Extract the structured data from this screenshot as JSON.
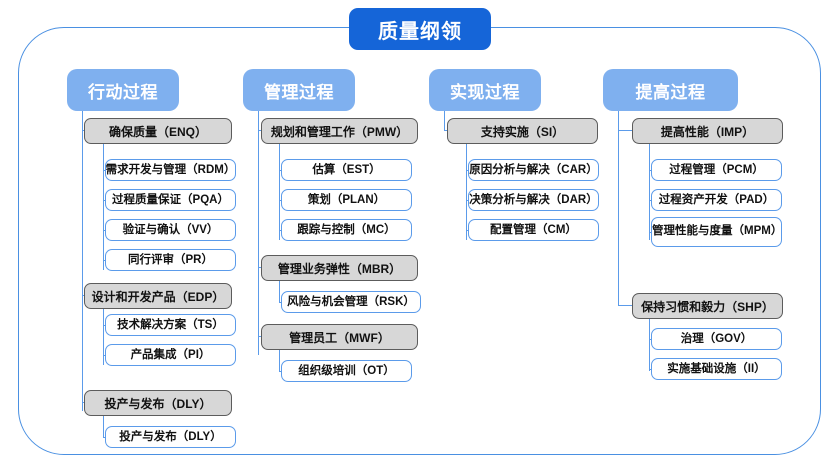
{
  "diagram": {
    "title": "质量纲领",
    "columns": [
      {
        "id": "action",
        "header": "行动过程",
        "groups": [
          {
            "label": "确保质量（ENQ）",
            "items": [
              "需求开发与管理（RDM）",
              "过程质量保证（PQA）",
              "验证与确认（VV）",
              "同行评审（PR）"
            ]
          },
          {
            "label": "设计和开发产品（EDP）",
            "items": [
              "技术解决方案（TS）",
              "产品集成（PI）"
            ]
          },
          {
            "label": "投产与发布（DLY）",
            "items": [
              "投产与发布（DLY）"
            ]
          }
        ]
      },
      {
        "id": "manage",
        "header": "管理过程",
        "groups": [
          {
            "label": "规划和管理工作（PMW）",
            "items": [
              "估算（EST）",
              "策划（PLAN）",
              "跟踪与控制（MC）"
            ]
          },
          {
            "label": "管理业务弹性（MBR）",
            "items": [
              "风险与机会管理（RSK）"
            ]
          },
          {
            "label": "管理员工（MWF）",
            "items": [
              "组织级培训（OT）"
            ]
          }
        ]
      },
      {
        "id": "realize",
        "header": "实现过程",
        "groups": [
          {
            "label": "支持实施（SI）",
            "items": [
              "原因分析与解决（CAR）",
              "决策分析与解决（DAR）",
              "配置管理（CM）"
            ]
          }
        ]
      },
      {
        "id": "improve",
        "header": "提高过程",
        "groups": [
          {
            "label": "提高性能（IMP）",
            "items": [
              "过程管理（PCM）",
              "过程资产开发（PAD）",
              "管理性能与度量（MPM）"
            ]
          },
          {
            "label": "保持习惯和毅力（SHP）",
            "items": [
              "治理（GOV）",
              "实施基础设施（II）"
            ]
          }
        ]
      }
    ],
    "colors": {
      "title_bg": "#1565d8",
      "header_bg": "#7fb0ef",
      "level2_bg": "#d7d7d7",
      "level2_border": "#5c5c5c",
      "level3_bg": "#ffffff",
      "level3_border": "#5b9bea",
      "frame_border": "#4a90e2",
      "connector": "#5b9bea"
    }
  }
}
